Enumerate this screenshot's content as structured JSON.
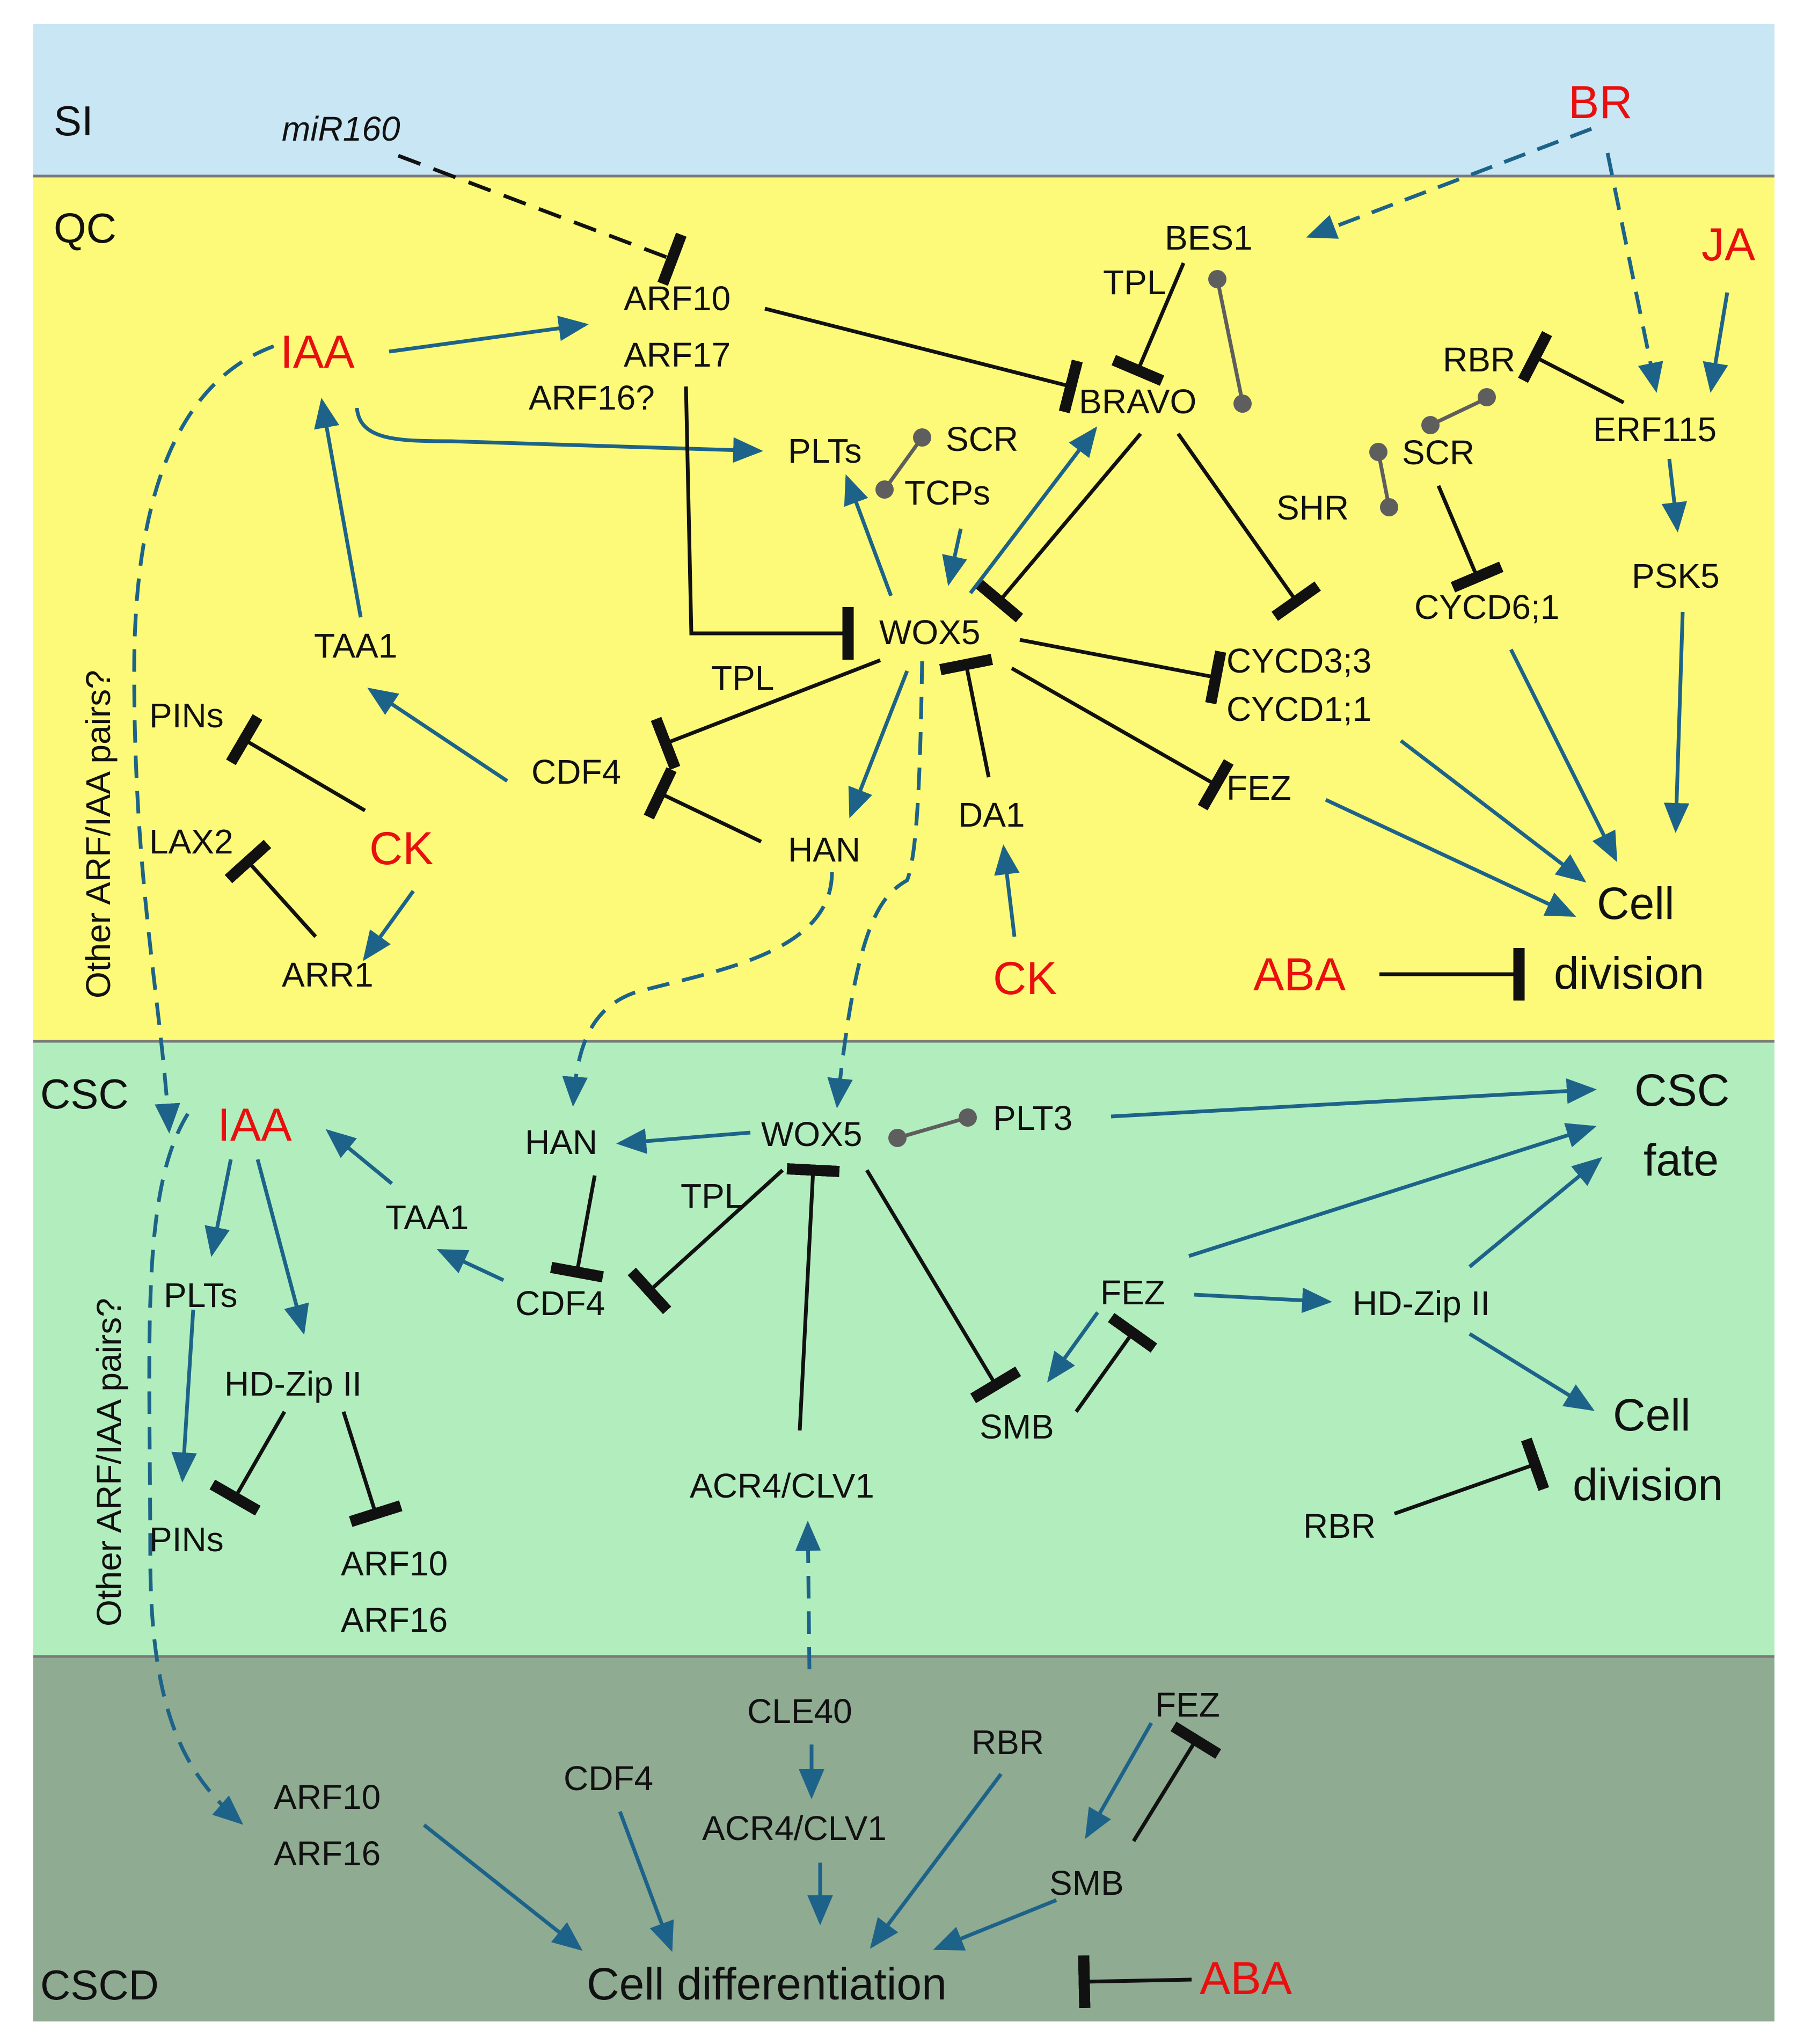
{
  "zones": {
    "si": {
      "label": "SI",
      "color": "#c8e6f4"
    },
    "qc": {
      "label": "QC",
      "color": "#fcfa78"
    },
    "csc": {
      "label": "CSC",
      "color": "#b2eebd"
    },
    "cscd": {
      "label": "CSCD",
      "color": "#8fab92"
    }
  },
  "colors": {
    "activation": "#1d6389",
    "repression": "#111111",
    "interaction": "#5e5e5e",
    "hormone": "#e8100f",
    "border": "#7a7a7a"
  },
  "si": {
    "mir160": "miR160",
    "br": "BR"
  },
  "qc": {
    "bes1": "BES1",
    "tpl_bravo": "TPL",
    "ja": "JA",
    "arf10": "ARF10",
    "arf17": "ARF17",
    "arf16": "ARF16?",
    "iaa": "IAA",
    "bravo": "BRAVO",
    "rbr": "RBR",
    "erf115": "ERF115",
    "plts": "PLTs",
    "scr_left": "SCR",
    "tcps": "TCPs",
    "scr_right": "SCR",
    "shr": "SHR",
    "psk5": "PSK5",
    "side_label": "Other ARF/IAA pairs?",
    "taa1": "TAA1",
    "wox5": "WOX5",
    "cycd33": "CYCD3;3",
    "cycd61": "CYCD6;1",
    "cycd11": "CYCD1;1",
    "pins": "PINs",
    "tpl_cdf4": "TPL",
    "cdf4": "CDF4",
    "fez": "FEZ",
    "lax2": "LAX2",
    "ck_left": "CK",
    "da1": "DA1",
    "han": "HAN",
    "arr1": "ARR1",
    "ck_bottom": "CK",
    "aba": "ABA",
    "cell_division_1": "Cell",
    "cell_division_2": "division"
  },
  "csc": {
    "iaa": "IAA",
    "han": "HAN",
    "wox5": "WOX5",
    "plt3": "PLT3",
    "csc_fate_1": "CSC",
    "csc_fate_2": "fate",
    "side_label": "Other ARF/IAA pairs?",
    "taa1": "TAA1",
    "tpl": "TPL",
    "plts": "PLTs",
    "cdf4": "CDF4",
    "fez": "FEZ",
    "hdzip_right": "HD-Zip II",
    "hdzip_left": "HD-Zip II",
    "smb": "SMB",
    "cell_division_1": "Cell",
    "cell_division_2": "division",
    "acr4_clv1": "ACR4/CLV1",
    "pins": "PINs",
    "rbr": "RBR",
    "arf10": "ARF10",
    "arf16": "ARF16"
  },
  "cscd": {
    "cle40": "CLE40",
    "fez": "FEZ",
    "rbr": "RBR",
    "cdf4": "CDF4",
    "arf10": "ARF10",
    "arf16": "ARF16",
    "acr4_clv1": "ACR4/CLV1",
    "smb": "SMB",
    "cell_differentiation": "Cell differentiation",
    "aba": "ABA"
  }
}
